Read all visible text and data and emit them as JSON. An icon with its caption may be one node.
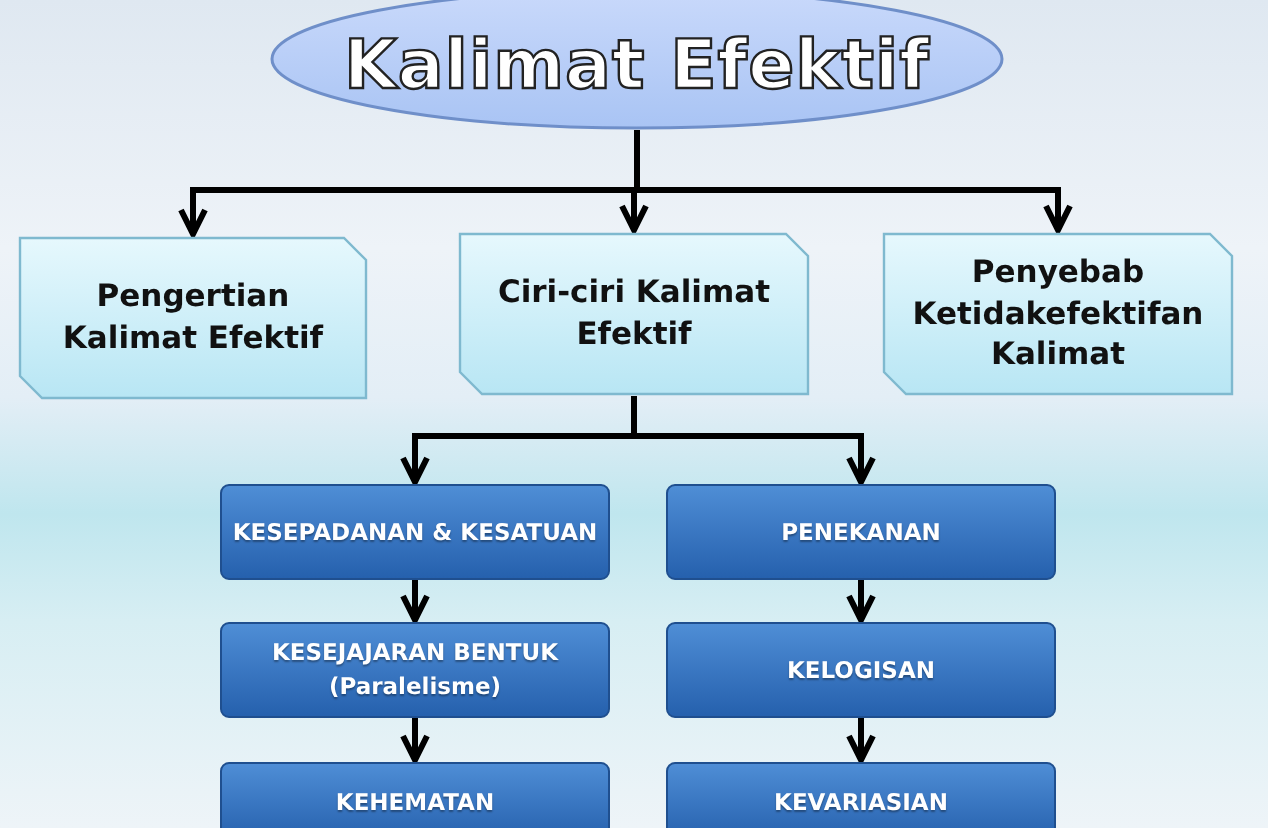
{
  "diagram": {
    "nodes": [
      {
        "text": [
          "Kalimat Efektif"
        ]
      },
      {
        "text": [
          "Pengertian Kalimat Efektif"
        ]
      },
      {
        "text": [
          "Ciri-ciri Kalimat Efektif"
        ]
      },
      {
        "text": [
          "Penyebab Ketidakefektifan Kalimat"
        ]
      },
      {
        "text": [
          "KESEPADANAN & KESATUAN"
        ]
      },
      {
        "text": [
          "PENEKANAN"
        ]
      },
      {
        "text": [
          "KESEJAJARAN BENTUK (Paralelisme)"
        ]
      },
      {
        "text": [
          "KELOGISAN"
        ]
      },
      {
        "text": [
          "KEHEMATAN"
        ]
      },
      {
        "text": [
          "KEVARIASIAN"
        ]
      }
    ],
    "edges": [
      {
        "from": 0,
        "to": 1,
        "arrow": "to"
      },
      {
        "from": 0,
        "to": 2,
        "arrow": "to"
      },
      {
        "from": 0,
        "to": 3,
        "arrow": "to"
      },
      {
        "from": 2,
        "to": 4,
        "arrow": "to"
      },
      {
        "from": 2,
        "to": 5,
        "arrow": "to"
      },
      {
        "from": 4,
        "to": 6,
        "arrow": "to"
      },
      {
        "from": 6,
        "to": 8,
        "arrow": "to"
      },
      {
        "from": 5,
        "to": 7,
        "arrow": "to"
      },
      {
        "from": 7,
        "to": 9,
        "arrow": "to"
      }
    ]
  }
}
